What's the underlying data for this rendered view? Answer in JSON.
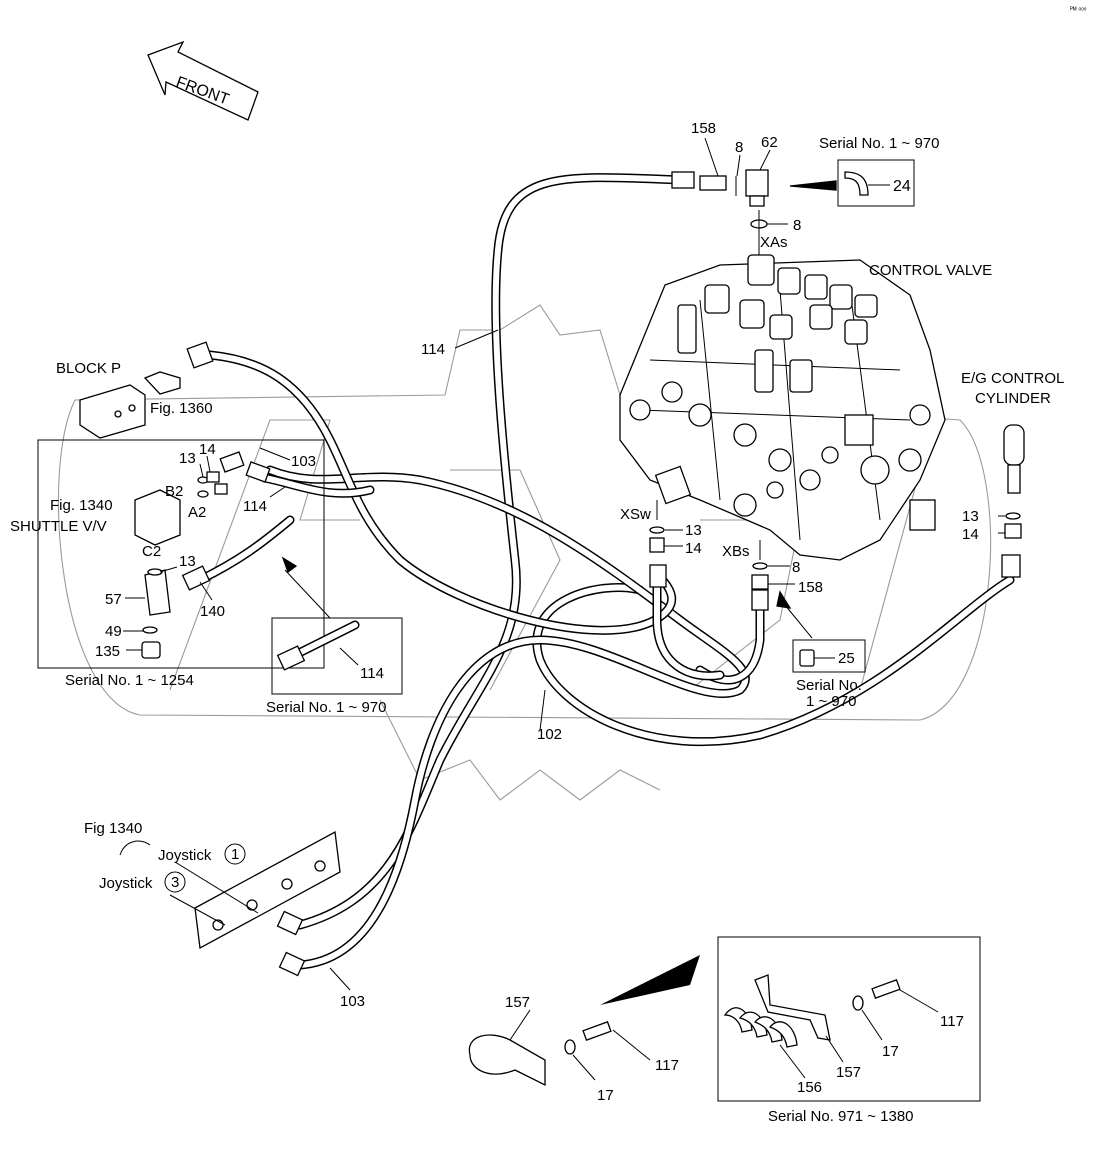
{
  "corner_mark": "ᴾᴹ ᵒᵒᵒ",
  "front_label": "FRONT",
  "control_valve_label": "CONTROL VALVE",
  "eg_control_label": "E/G CONTROL",
  "eg_cylinder_label": "CYLINDER",
  "block_p": {
    "title": "BLOCK P",
    "fig": "Fig. 1360"
  },
  "shuttle": {
    "fig": "Fig. 1340",
    "title": "SHUTTLE V/V",
    "ports": {
      "b2": "B2",
      "a2": "A2",
      "c2": "C2"
    },
    "serial": "Serial No. 1 ~ 1254"
  },
  "ports": {
    "xas": "XAs",
    "xsw": "XSw",
    "xbs": "XBs"
  },
  "inset_114": {
    "part": "114",
    "serial": "Serial No. 1 ~ 970"
  },
  "inset_24": {
    "part": "24",
    "serial": "Serial No. 1 ~ 970"
  },
  "inset_25": {
    "part": "25",
    "serial_line1": "Serial No.",
    "serial_line2": "1 ~ 970"
  },
  "joystick": {
    "fig": "Fig 1340",
    "j1": "Joystick",
    "j1_num": "1",
    "j3": "Joystick",
    "j3_num": "3"
  },
  "clamp_inset": {
    "serial": "Serial No. 971 ~ 1380"
  },
  "callouts": {
    "c158_top": "158",
    "c8_top": "8",
    "c62": "62",
    "c8_xas": "8",
    "c114_top": "114",
    "c103_top": "103",
    "c114_mid": "114",
    "c14_shuttle": "14",
    "c13_shuttle": "13",
    "c13_b": "13",
    "c57": "57",
    "c49": "49",
    "c135": "135",
    "c140": "140",
    "c13_xsw": "13",
    "c14_xsw": "14",
    "c8_xbs": "8",
    "c158_xbs": "158",
    "c13_eg": "13",
    "c14_eg": "14",
    "c102": "102",
    "c103_bottom": "103",
    "c157_left": "157",
    "c17_left": "17",
    "c117_left": "117",
    "c117_right": "117",
    "c17_right": "17",
    "c157_right": "157",
    "c156": "156"
  }
}
